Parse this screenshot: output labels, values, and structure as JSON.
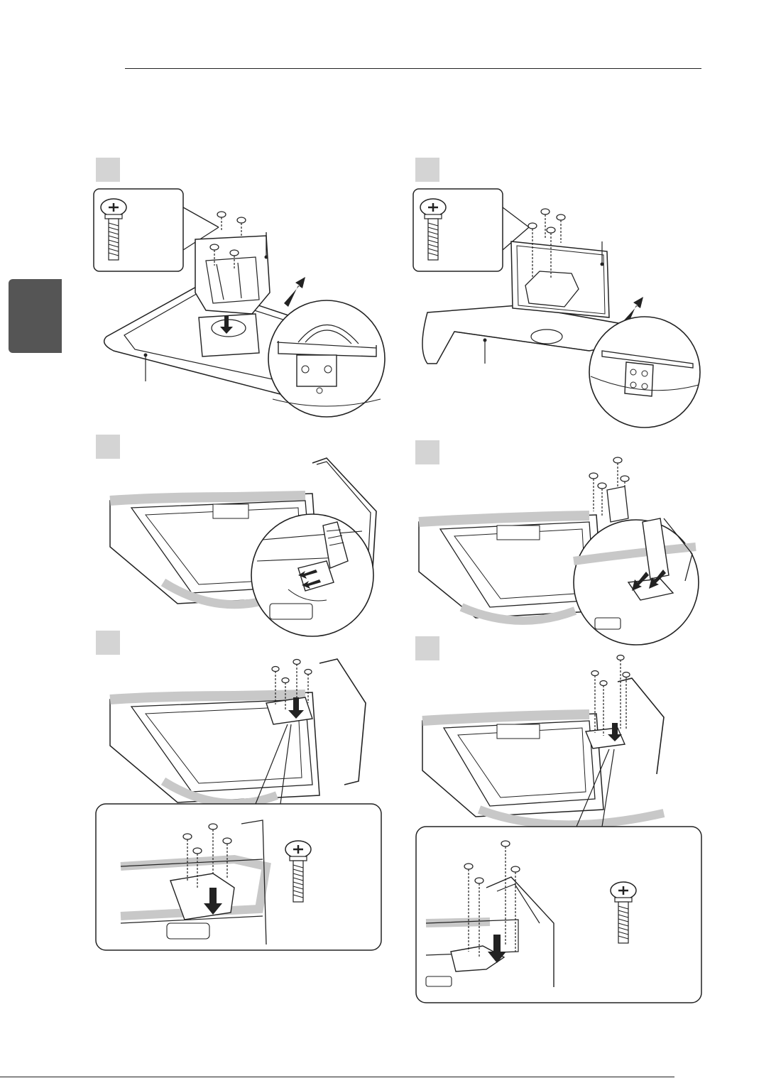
{
  "page": {
    "footer_text": ""
  },
  "left_column": {
    "steps": [
      {
        "id": "step1-left",
        "label": ""
      },
      {
        "id": "step2-left",
        "label": ""
      },
      {
        "id": "step3-left",
        "label": ""
      }
    ]
  },
  "right_column": {
    "steps": [
      {
        "id": "step1-right",
        "label": ""
      },
      {
        "id": "step2-right",
        "label": ""
      },
      {
        "id": "step3-right",
        "label": ""
      }
    ]
  },
  "icons": [
    "screw-icon",
    "arrow-up-right-icon",
    "arrow-down-icon"
  ],
  "colors": {
    "line": "#222222",
    "step_box": "#d4d4d4",
    "side_tab": "#555555",
    "shadow": "#c8c8c8"
  }
}
